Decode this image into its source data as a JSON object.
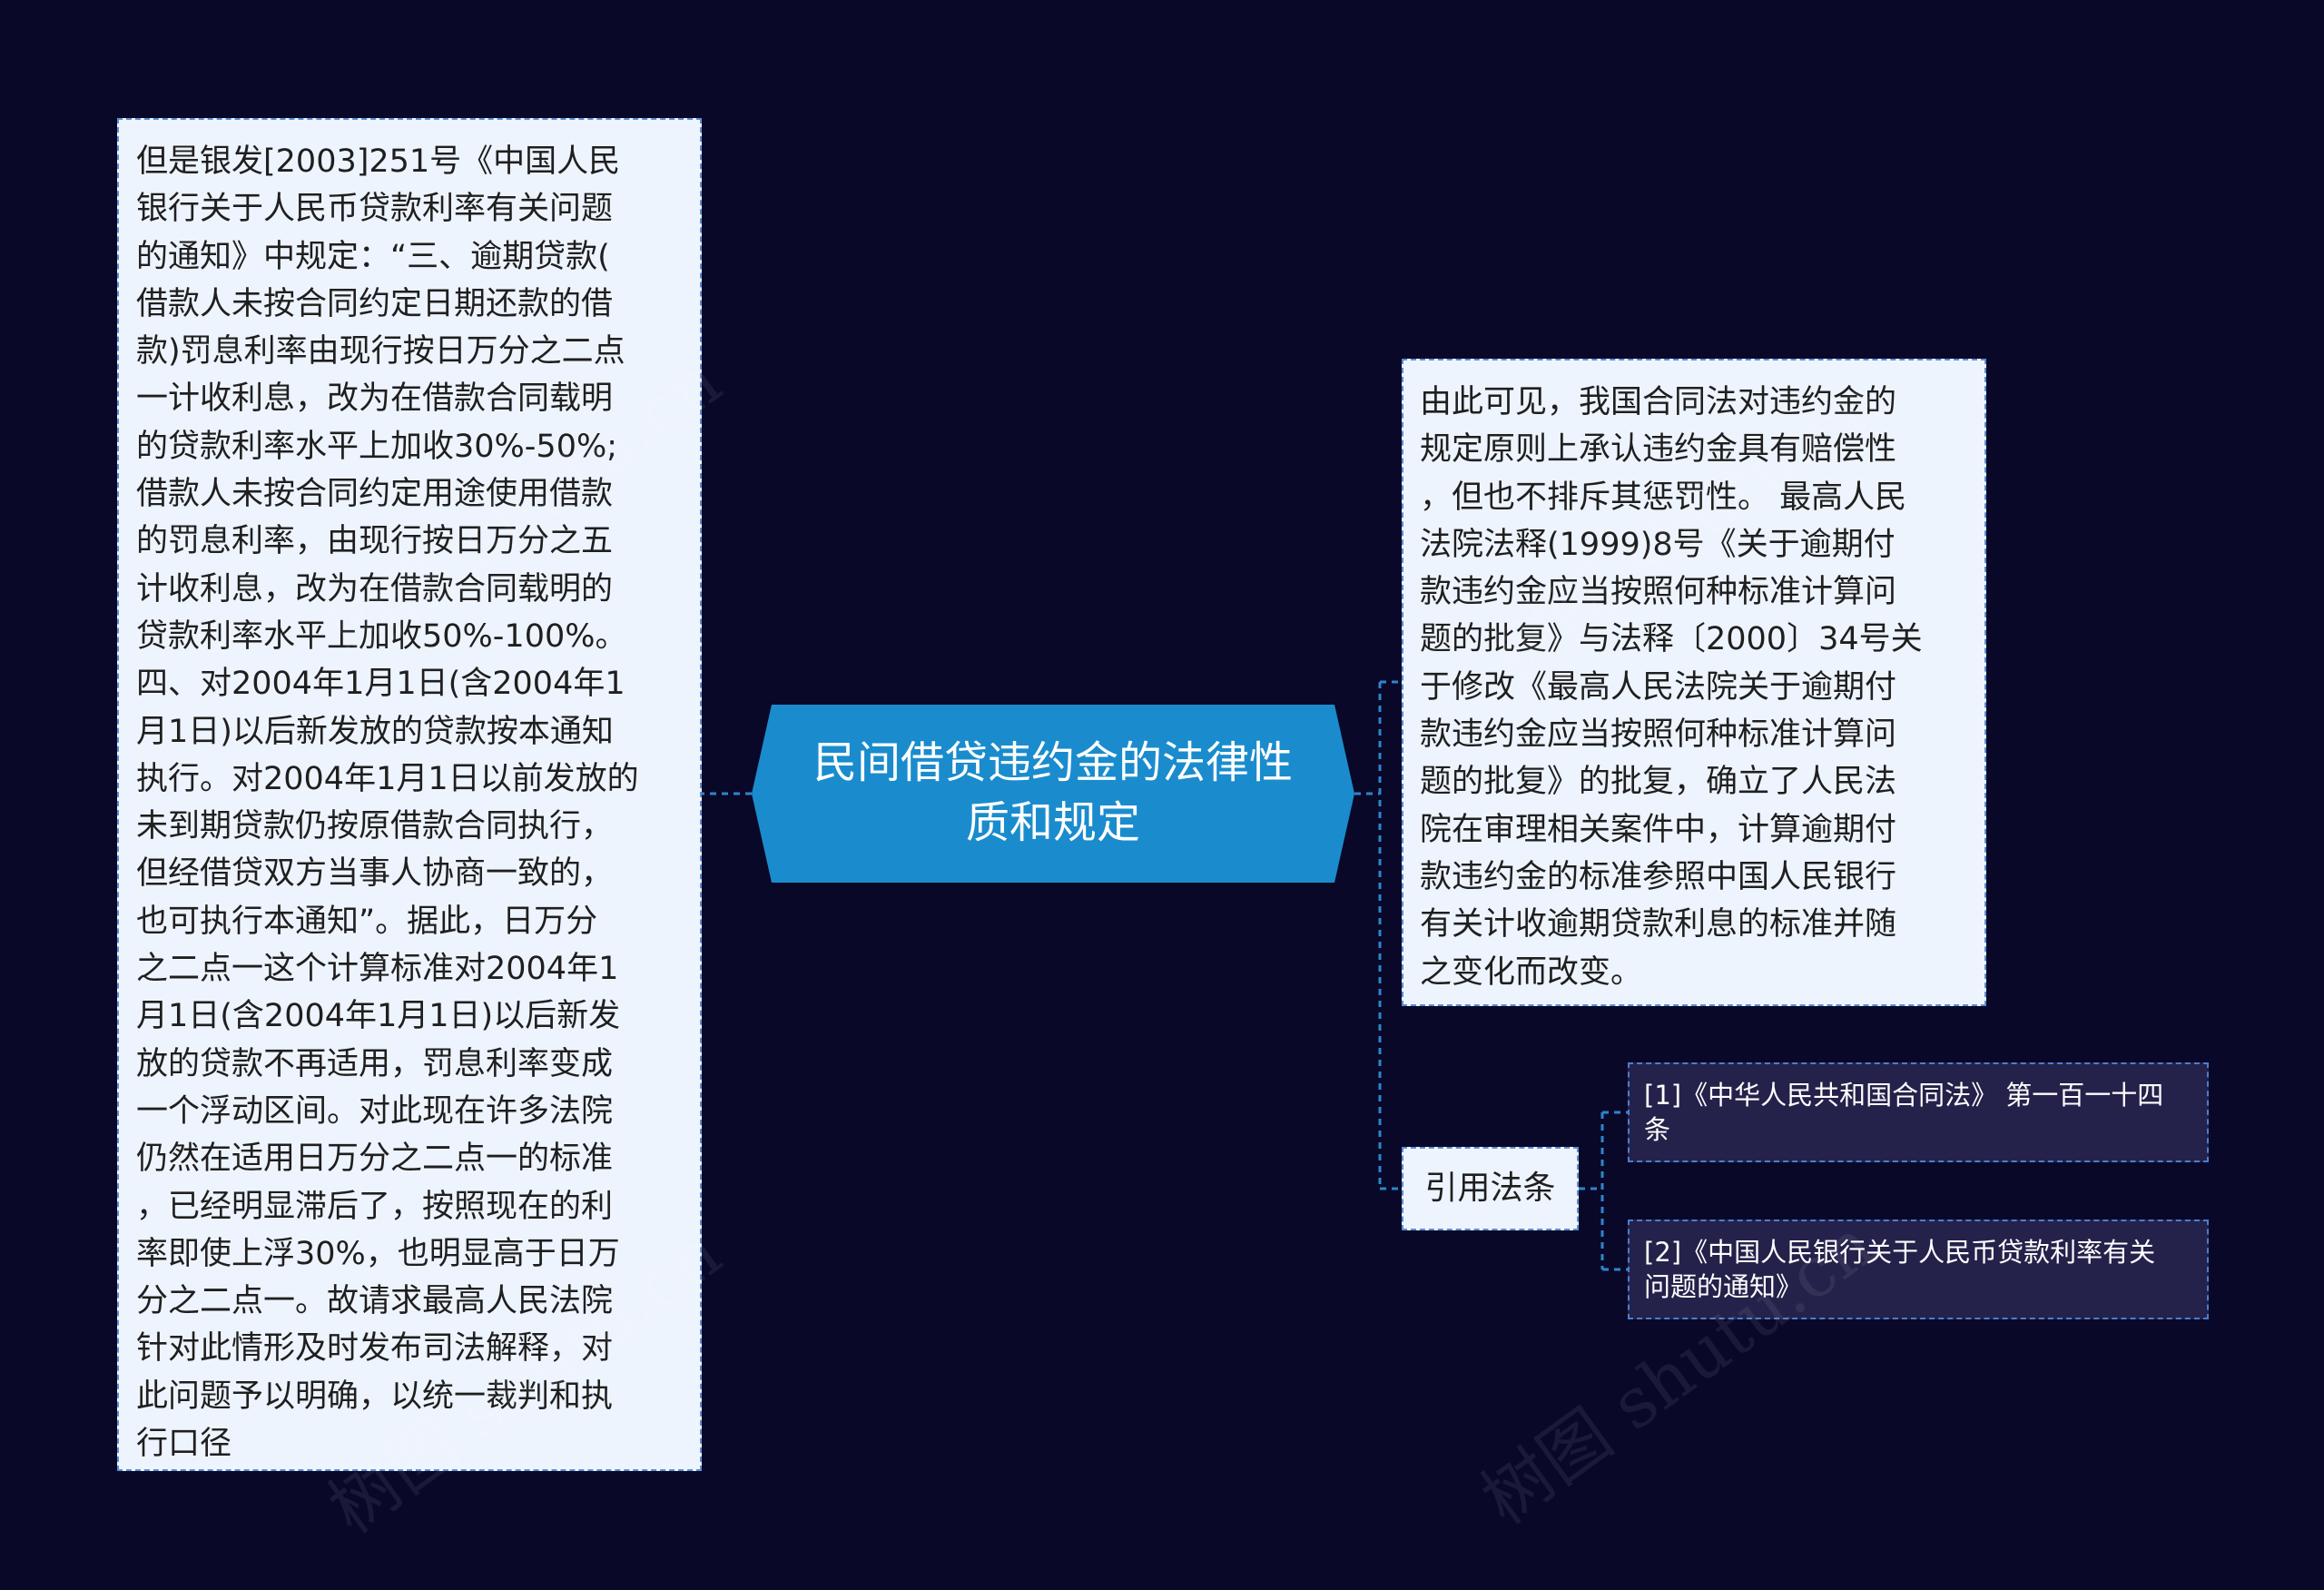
{
  "central_topic": {
    "title": "民间借贷违约金的法律性\n质和规定",
    "fill_color": "#1a8ccd"
  },
  "left_branch": {
    "text": "但是银发[2003]251号《中国人民\n银行关于人民币贷款利率有关问题\n的通知》中规定：“三、逾期贷款(\n借款人未按合同约定日期还款的借\n款)罚息利率由现行按日万分之二点\n一计收利息，改为在借款合同载明\n的贷款利率水平上加收30%-50%;\n借款人未按合同约定用途使用借款\n的罚息利率，由现行按日万分之五\n计收利息，改为在借款合同载明的\n贷款利率水平上加收50%-100%。\n四、对2004年1月1日(含2004年1\n月1日)以后新发放的贷款按本通知\n执行。对2004年1月1日以前发放的\n未到期贷款仍按原借款合同执行，\n但经借贷双方当事人协商一致的，\n也可执行本通知”。据此，日万分\n之二点一这个计算标准对2004年1\n月1日(含2004年1月1日)以后新发\n放的贷款不再适用，罚息利率变成\n一个浮动区间。对此现在许多法院\n仍然在适用日万分之二点一的标准\n，已经明显滞后了，按照现在的利\n率即使上浮30%，也明显高于日万\n分之二点一。故请求最高人民法院\n针对此情形及时发布司法解释，对\n此问题予以明确，以统一裁判和执\n行口径"
  },
  "right_branch": {
    "text": "由此可见，我国合同法对违约金的\n规定原则上承认违约金具有赔偿性\n，但也不排斥其惩罚性。 最高人民\n法院法释(1999)8号《关于逾期付\n款违约金应当按照何种标准计算问\n题的批复》与法释〔2000〕34号关\n于修改《最高人民法院关于逾期付\n款违约金应当按照何种标准计算问\n题的批复》的批复，确立了人民法\n院在审理相关案件中，计算逾期付\n款违约金的标准参照中国人民银行\n有关计收逾期贷款利息的标准并随\n之变化而改变。"
  },
  "citation_branch": {
    "label": "引用法条",
    "references": [
      "[1]《中华人民共和国合同法》 第一百一十四\n条",
      "[2]《中国人民银行关于人民币贷款利率有关\n问题的通知》"
    ]
  },
  "watermark": {
    "text": "树图 shutu.cn"
  },
  "colors": {
    "background": "#0a0829",
    "connector": "#2d86c9",
    "node_fill": "#eef4fd",
    "node_border": "#5b8ed2",
    "reference_fill": "#24224a"
  }
}
